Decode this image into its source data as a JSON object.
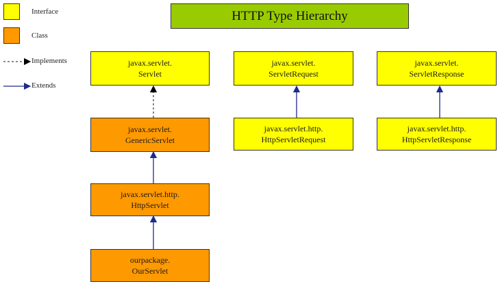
{
  "title": "HTTP Type Hierarchy",
  "legend": {
    "interface_label": "Interface",
    "class_label": "Class",
    "implements_label": "Implements",
    "extends_label": "Extends"
  },
  "colors": {
    "interface": "#ffff00",
    "class": "#ff9900",
    "title_bg": "#99cc00",
    "arrow": "#1f2a8c"
  },
  "nodes": {
    "servlet": {
      "line1": "javax.servlet.",
      "line2": "Servlet",
      "kind": "interface"
    },
    "servlet_request": {
      "line1": "javax.servlet.",
      "line2": "ServletRequest",
      "kind": "interface"
    },
    "servlet_response": {
      "line1": "javax.servlet.",
      "line2": "ServletResponse",
      "kind": "interface"
    },
    "generic_servlet": {
      "line1": "javax.servlet.",
      "line2": "GenericServlet",
      "kind": "class"
    },
    "http_servlet_request": {
      "line1": "javax.servlet.http.",
      "line2": "HttpServletRequest",
      "kind": "interface"
    },
    "http_servlet_response": {
      "line1": "javax.servlet.http.",
      "line2": "HttpServletResponse",
      "kind": "interface"
    },
    "http_servlet": {
      "line1": "javax.servlet.http.",
      "line2": "HttpServlet",
      "kind": "class"
    },
    "our_servlet": {
      "line1": "ourpackage.",
      "line2": "OurServlet",
      "kind": "class"
    }
  },
  "edges": [
    {
      "from": "generic_servlet",
      "to": "servlet",
      "type": "implements"
    },
    {
      "from": "http_servlet",
      "to": "generic_servlet",
      "type": "extends"
    },
    {
      "from": "our_servlet",
      "to": "http_servlet",
      "type": "extends"
    },
    {
      "from": "http_servlet_request",
      "to": "servlet_request",
      "type": "extends"
    },
    {
      "from": "http_servlet_response",
      "to": "servlet_response",
      "type": "extends"
    }
  ]
}
